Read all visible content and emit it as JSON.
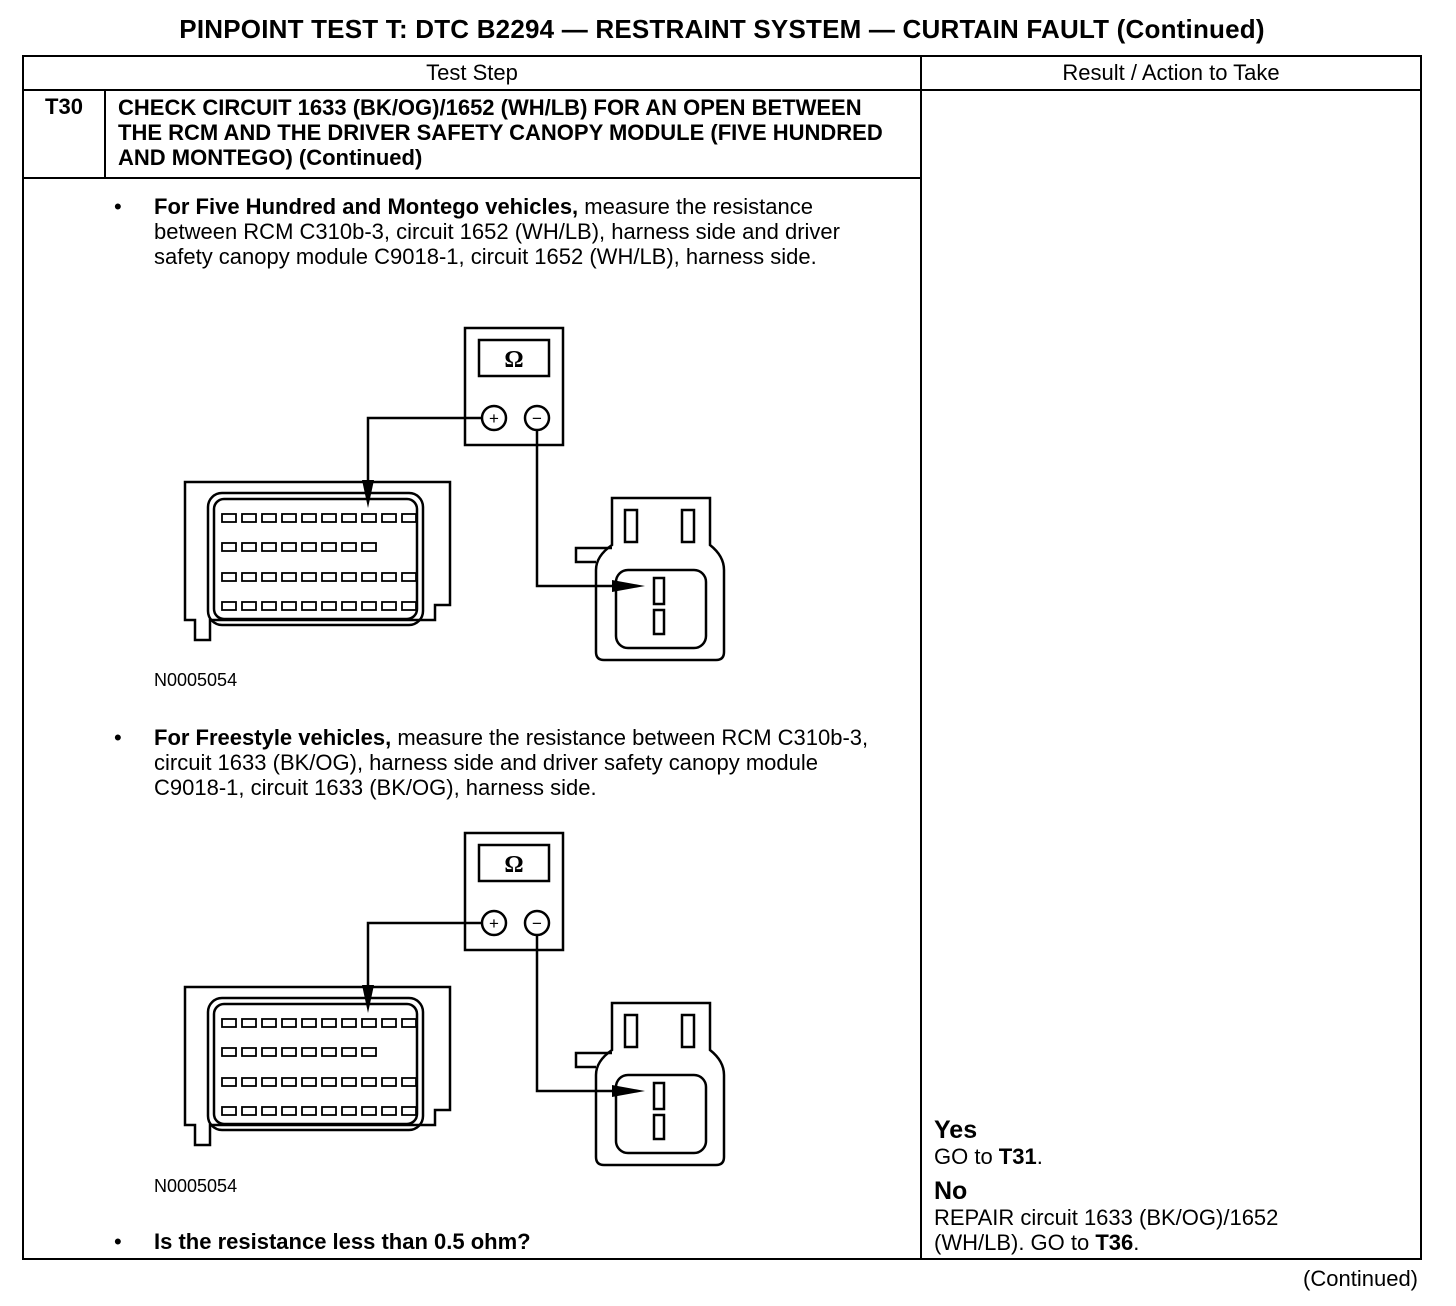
{
  "page_title": "PINPOINT TEST  T: DTC B2294 — RESTRAINT SYSTEM — CURTAIN FAULT (Continued)",
  "table": {
    "col_test_step": "Test Step",
    "col_result": "Result / Action to Take"
  },
  "step": {
    "id": "T30",
    "title": "CHECK CIRCUIT 1633 (BK/OG)/1652 (WH/LB) FOR AN OPEN BETWEEN THE RCM AND THE DRIVER SAFETY CANOPY MODULE (FIVE HUNDRED AND MONTEGO) (Continued)"
  },
  "bullets": [
    {
      "bold": "For Five Hundred and Montego vehicles,",
      "text": " measure the resistance between RCM C310b-3, circuit 1652 (WH/LB), harness side and driver safety canopy module C9018-1, circuit 1652  (WH/LB), harness side."
    },
    {
      "bold": "For Freestyle vehicles,",
      "text": " measure the resistance between RCM C310b-3, circuit 1633 (BK/OG), harness side and driver safety canopy module C9018-1, circuit 1633 (BK/OG),  harness side."
    },
    {
      "bold": "Is the resistance less than 0.5 ohm?",
      "text": ""
    }
  ],
  "figures": [
    {
      "id": "N0005054",
      "meter_symbol": "Ω",
      "plus": "+",
      "minus": "−"
    },
    {
      "id": "N0005054",
      "meter_symbol": "Ω",
      "plus": "+",
      "minus": "−"
    }
  ],
  "results": {
    "yes_label": "Yes",
    "yes_text_pre": "GO to ",
    "yes_target": "T31",
    "yes_text_post": ".",
    "no_label": "No",
    "no_text_pre": "REPAIR circuit 1633 (BK/OG)/1652 (WH/LB). GO to ",
    "no_target": "T36",
    "no_text_post": "."
  },
  "footer": "(Continued)"
}
